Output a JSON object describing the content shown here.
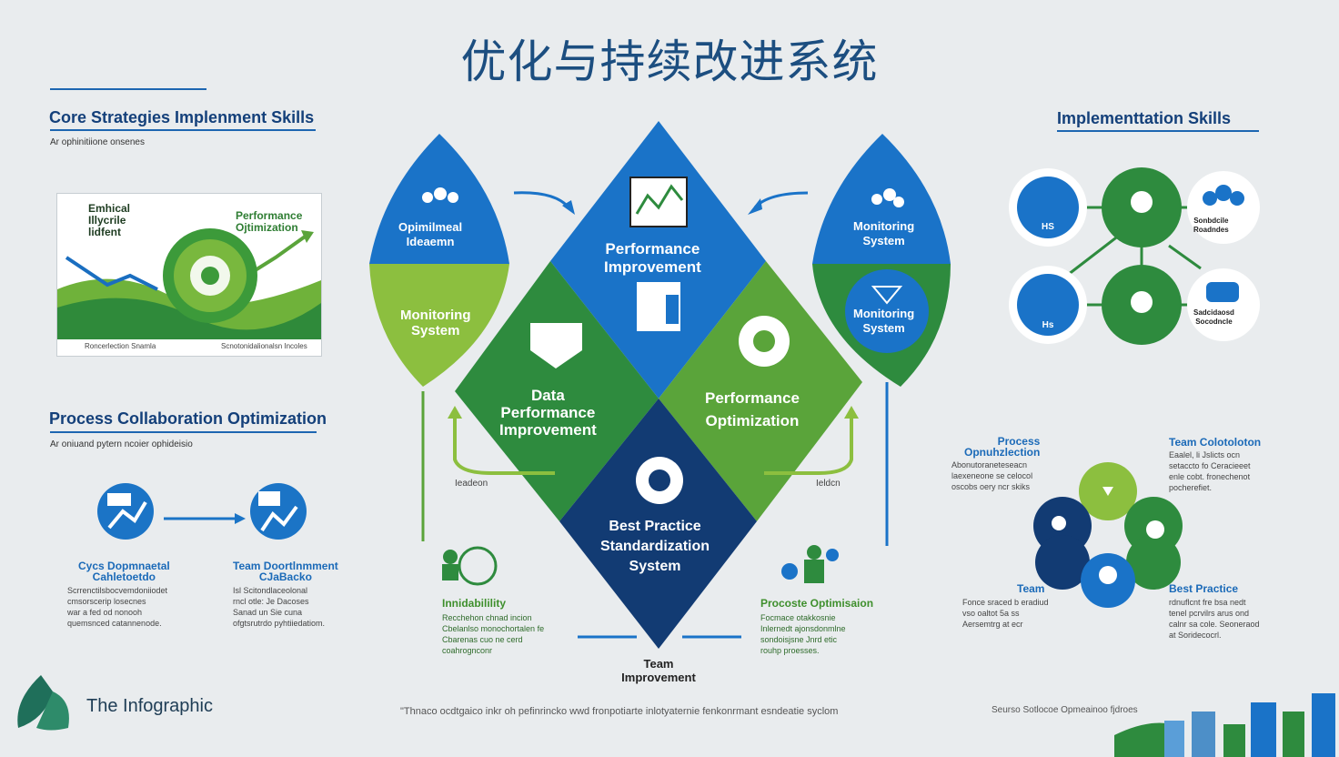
{
  "title": "优化与持续改进系统",
  "colors": {
    "blue": "#1a73c8",
    "green": "#2e8b3e",
    "lime": "#8cbf3f",
    "navy": "#123b73"
  },
  "left_top": {
    "heading": "Core Strategies Implenment Skills",
    "subtitle": "Ar ophinitiione onsenes",
    "card_label_left": "Emhical\nIllycrile\nlidfent",
    "card_label_right": "Performance\nOjtimization",
    "card_caption_1": "Roncerlection Snamla",
    "card_caption_2": "Scnotonidalionalsn Incoles"
  },
  "left_bottom": {
    "heading": "Process Collaboration Optimization",
    "subtitle": "Ar oniuand pytern ncoier ophideisio",
    "item1_title": "Cycs Dopmnaetal\nCahletoetdo",
    "item1_text": "Scrrenctilsbocvemdoniiodet\ncmsorscerip losecnes\nwar a fed od nonooh\nquemsnced catannenode.",
    "item2_title": "Team Doortlnmment\nCJaBacko",
    "item2_text": "Isl Scitondlaceolonal\nrncl otle: Je Dacoses\nSanad un Sie cuna\nofgtsrutrdo pyhtiiedatiom."
  },
  "diagram": {
    "left_leaf_top": "Opimilmeal\nIdeaemn",
    "left_leaf_bottom": "Monitoring\nSystem",
    "right_leaf_top": "Monitoring\nSystem",
    "right_leaf_bottom": "Monitoring\nSystem",
    "top": "Performance\nImprovement",
    "left": "Data\nPerformance\nImprovement",
    "right": "Performance\nOptimization",
    "bottom": "Best Practice\nStandardization\nSystem",
    "arrow_left_label": "Ieadeon",
    "arrow_right_label": "Ieldcn",
    "left_lower_title": "Innidabilility",
    "left_lower_text": "Recchehon chnad incion\nCbelanlso monochortalen fe\nCbarenas cuo ne cerd\ncoahrognconr",
    "right_lower_title": "Procoste Optimisaion",
    "right_lower_text": "Focmace otakkosnie\nInlernedt ajonsdonmlne\nsondoisjsne Jnrd etic\nrouhp proesses.",
    "bottom_label": "Team\nImprovement",
    "footer_text": "\"Thnaco ocdtgaico inkr oh pefinrincko wwd fronpotiarte inlotyaternie fenkonrmant esndeatie syclom"
  },
  "right_top": {
    "heading": "Implementtation Skills",
    "node1": "HS",
    "node2": "Sonbdcile\nRoadndes",
    "node3": "Hs",
    "node4": "Sadcidaosd\nSocodncle"
  },
  "right_bottom": {
    "process_title": "Process\nOpnuhzlection",
    "process_text": "Abonutoraneteseacn\nlaexeneone se celocol\noscobs oery ncr skiks",
    "team_col_title": "Team Colotoloton",
    "team_col_text": "Eaalel, li Jslicts ocn\nsetaccto fo Ceracieeet\nenle cobt. fronechenot\npocherefiet.",
    "team_title": "Team",
    "team_text": "Fonce sraced b eradiud\nvso oaltot 5a ss\nAersemtrg at ecr",
    "best_title": "Best Practice",
    "best_text": "rdnuflcnt fre bsa nedt\ntenel pcrvilrs arus ond\ncalnr sa cole. Seoneraod\nat Soridecocrl."
  },
  "footer": {
    "logo_text": "The Infographic",
    "right_note": "Seurso Sotlocoe Opmeainoo fjdroes"
  }
}
